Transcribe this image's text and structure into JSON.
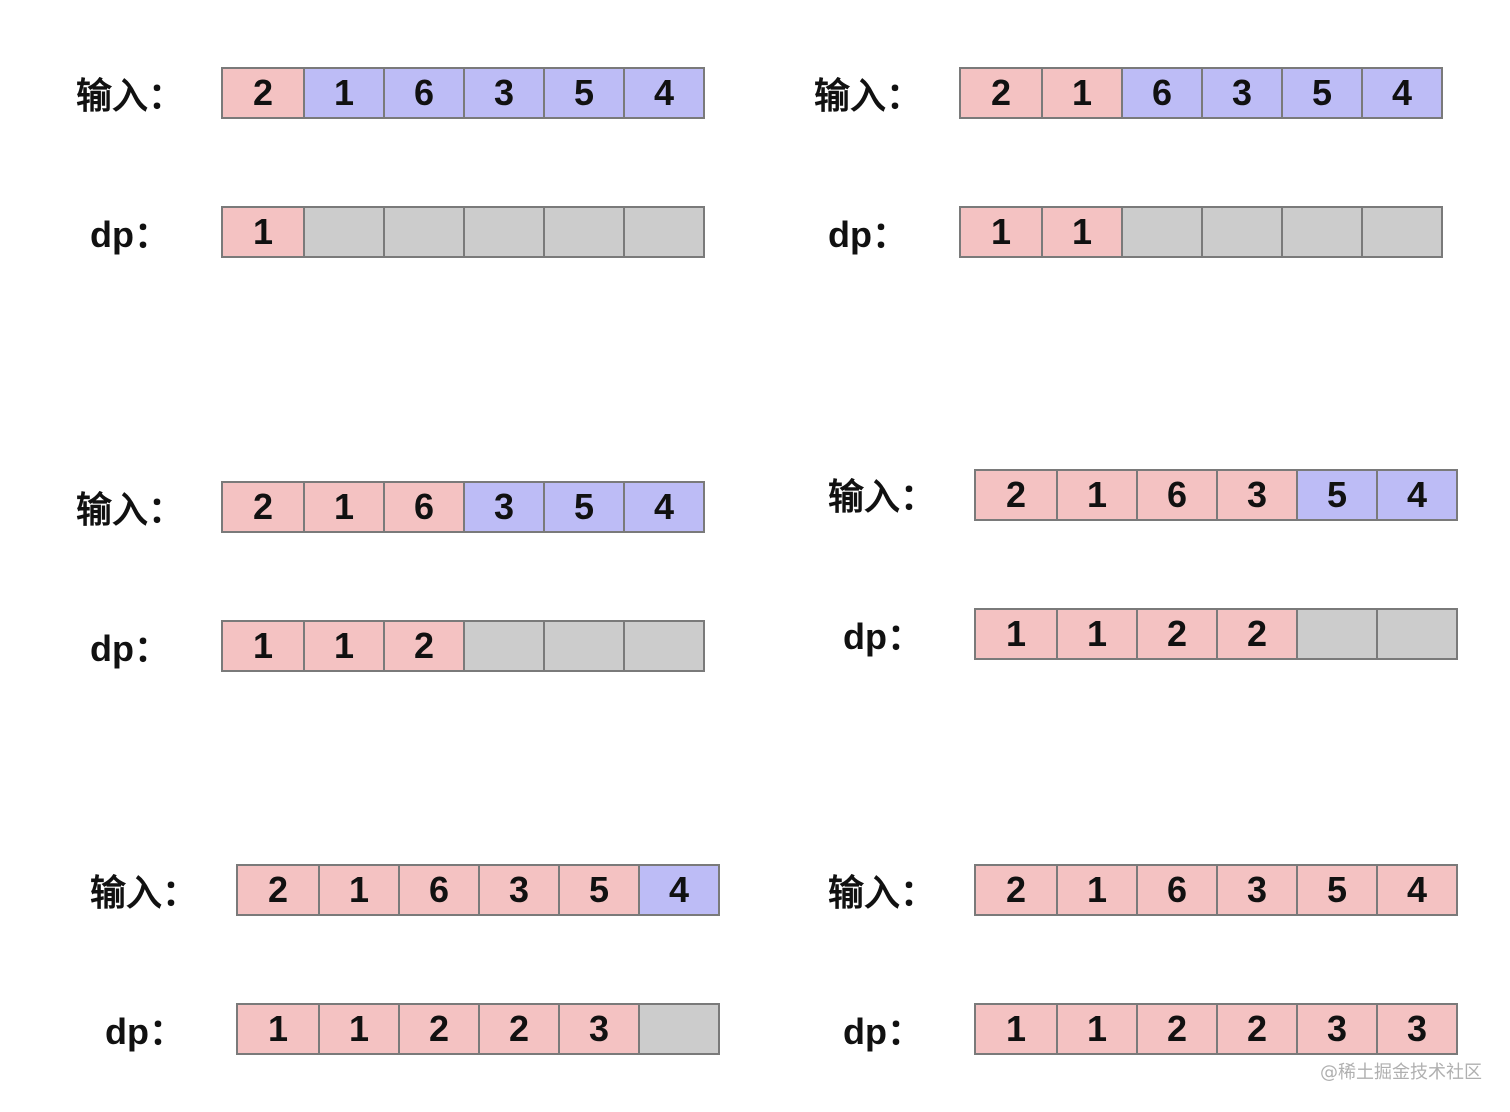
{
  "labels": {
    "input": "输入：",
    "dp": "dp："
  },
  "colors": {
    "visited": "#f4c2c2",
    "pending": "#bdbcf6",
    "empty": "#cccccc"
  },
  "panels": [
    {
      "input": [
        {
          "v": "2",
          "s": "pink"
        },
        {
          "v": "1",
          "s": "blue"
        },
        {
          "v": "6",
          "s": "blue"
        },
        {
          "v": "3",
          "s": "blue"
        },
        {
          "v": "5",
          "s": "blue"
        },
        {
          "v": "4",
          "s": "blue"
        }
      ],
      "dp": [
        {
          "v": "1",
          "s": "pink"
        },
        {
          "v": "",
          "s": "gray"
        },
        {
          "v": "",
          "s": "gray"
        },
        {
          "v": "",
          "s": "gray"
        },
        {
          "v": "",
          "s": "gray"
        },
        {
          "v": "",
          "s": "gray"
        }
      ]
    },
    {
      "input": [
        {
          "v": "2",
          "s": "pink"
        },
        {
          "v": "1",
          "s": "pink"
        },
        {
          "v": "6",
          "s": "blue"
        },
        {
          "v": "3",
          "s": "blue"
        },
        {
          "v": "5",
          "s": "blue"
        },
        {
          "v": "4",
          "s": "blue"
        }
      ],
      "dp": [
        {
          "v": "1",
          "s": "pink"
        },
        {
          "v": "1",
          "s": "pink"
        },
        {
          "v": "",
          "s": "gray"
        },
        {
          "v": "",
          "s": "gray"
        },
        {
          "v": "",
          "s": "gray"
        },
        {
          "v": "",
          "s": "gray"
        }
      ]
    },
    {
      "input": [
        {
          "v": "2",
          "s": "pink"
        },
        {
          "v": "1",
          "s": "pink"
        },
        {
          "v": "6",
          "s": "pink"
        },
        {
          "v": "3",
          "s": "blue"
        },
        {
          "v": "5",
          "s": "blue"
        },
        {
          "v": "4",
          "s": "blue"
        }
      ],
      "dp": [
        {
          "v": "1",
          "s": "pink"
        },
        {
          "v": "1",
          "s": "pink"
        },
        {
          "v": "2",
          "s": "pink"
        },
        {
          "v": "",
          "s": "gray"
        },
        {
          "v": "",
          "s": "gray"
        },
        {
          "v": "",
          "s": "gray"
        }
      ]
    },
    {
      "input": [
        {
          "v": "2",
          "s": "pink"
        },
        {
          "v": "1",
          "s": "pink"
        },
        {
          "v": "6",
          "s": "pink"
        },
        {
          "v": "3",
          "s": "pink"
        },
        {
          "v": "5",
          "s": "blue"
        },
        {
          "v": "4",
          "s": "blue"
        }
      ],
      "dp": [
        {
          "v": "1",
          "s": "pink"
        },
        {
          "v": "1",
          "s": "pink"
        },
        {
          "v": "2",
          "s": "pink"
        },
        {
          "v": "2",
          "s": "pink"
        },
        {
          "v": "",
          "s": "gray"
        },
        {
          "v": "",
          "s": "gray"
        }
      ]
    },
    {
      "input": [
        {
          "v": "2",
          "s": "pink"
        },
        {
          "v": "1",
          "s": "pink"
        },
        {
          "v": "6",
          "s": "pink"
        },
        {
          "v": "3",
          "s": "pink"
        },
        {
          "v": "5",
          "s": "pink"
        },
        {
          "v": "4",
          "s": "blue"
        }
      ],
      "dp": [
        {
          "v": "1",
          "s": "pink"
        },
        {
          "v": "1",
          "s": "pink"
        },
        {
          "v": "2",
          "s": "pink"
        },
        {
          "v": "2",
          "s": "pink"
        },
        {
          "v": "3",
          "s": "pink"
        },
        {
          "v": "",
          "s": "gray"
        }
      ]
    },
    {
      "input": [
        {
          "v": "2",
          "s": "pink"
        },
        {
          "v": "1",
          "s": "pink"
        },
        {
          "v": "6",
          "s": "pink"
        },
        {
          "v": "3",
          "s": "pink"
        },
        {
          "v": "5",
          "s": "pink"
        },
        {
          "v": "4",
          "s": "pink"
        }
      ],
      "dp": [
        {
          "v": "1",
          "s": "pink"
        },
        {
          "v": "1",
          "s": "pink"
        },
        {
          "v": "2",
          "s": "pink"
        },
        {
          "v": "2",
          "s": "pink"
        },
        {
          "v": "3",
          "s": "pink"
        },
        {
          "v": "3",
          "s": "pink"
        }
      ]
    }
  ],
  "watermark": "@稀土掘金技术社区"
}
